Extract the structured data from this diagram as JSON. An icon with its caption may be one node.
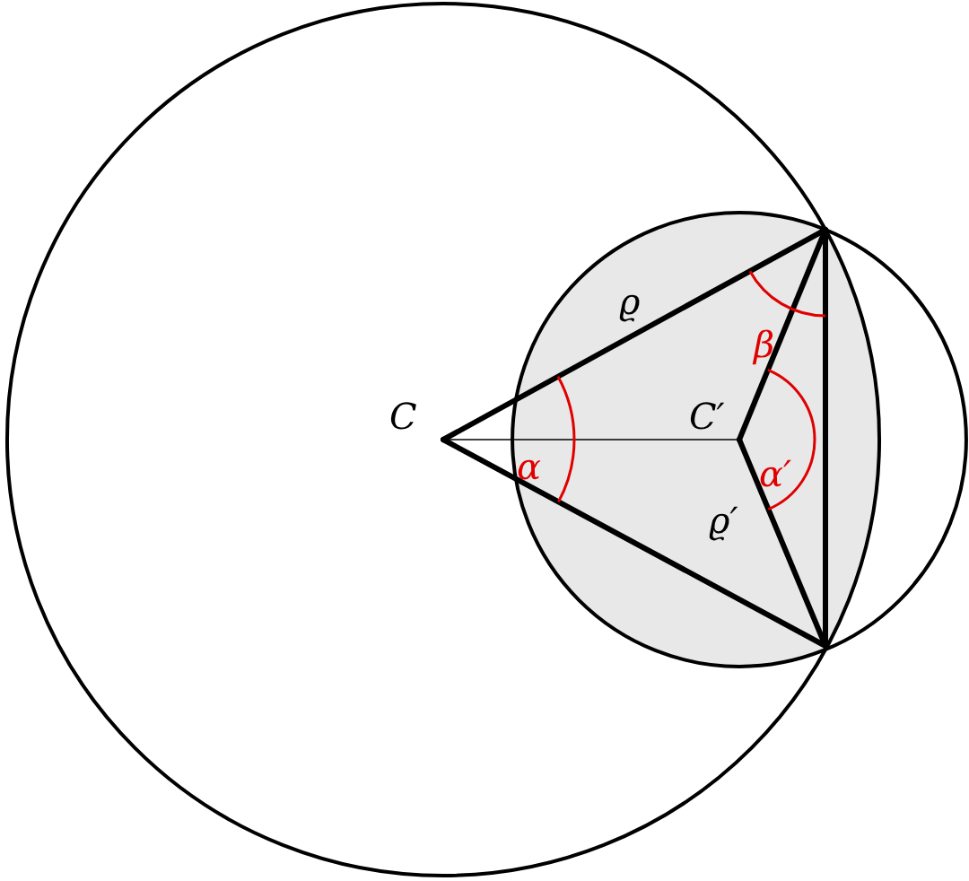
{
  "diagram": {
    "labels": [
      "ϱ",
      "β",
      "C",
      "C′",
      "α",
      "α′",
      "ϱ′"
    ]
  }
}
